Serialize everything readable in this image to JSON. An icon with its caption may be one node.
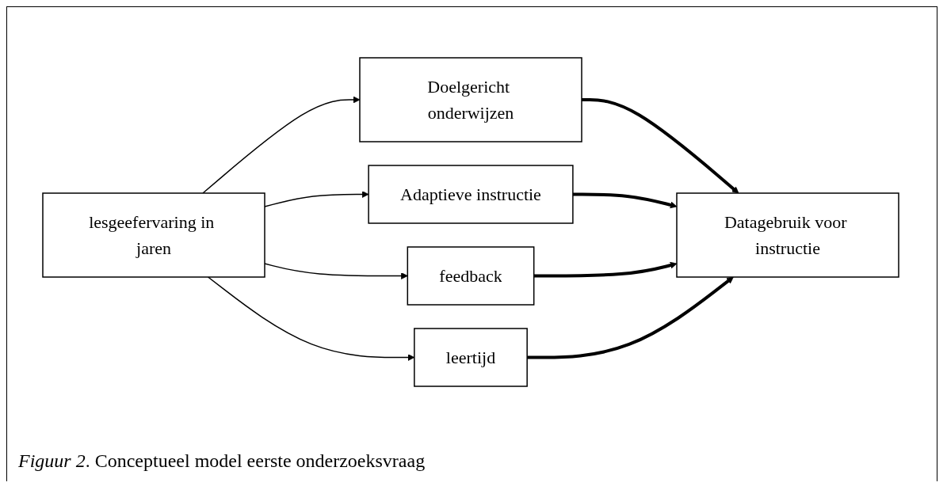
{
  "diagram": {
    "caption": "*Figuur 2*. Conceptueel model eerste onderzoeksvraag",
    "nodes": [
      {
        "text": [
          "lesgeefervaring in jaren"
        ]
      },
      {
        "text": [
          "Doelgericht onderwijzen"
        ]
      },
      {
        "text": [
          "Adaptieve instructie"
        ]
      },
      {
        "text": [
          "feedback"
        ]
      },
      {
        "text": [
          "leertijd"
        ]
      },
      {
        "text": [
          "Datagebruik voor instructie"
        ]
      }
    ],
    "edges": [
      {
        "from": 0,
        "to": 1,
        "arrow": "to"
      },
      {
        "from": 0,
        "to": 2,
        "arrow": "to"
      },
      {
        "from": 0,
        "to": 3,
        "arrow": "to"
      },
      {
        "from": 0,
        "to": 4,
        "arrow": "to"
      },
      {
        "from": 1,
        "to": 5,
        "arrow": "to",
        "style": "thick"
      },
      {
        "from": 2,
        "to": 5,
        "arrow": "to",
        "style": "thick"
      },
      {
        "from": 3,
        "to": 5,
        "arrow": "to",
        "style": "thick"
      },
      {
        "from": 4,
        "to": 5,
        "arrow": "to",
        "style": "thick"
      }
    ]
  }
}
